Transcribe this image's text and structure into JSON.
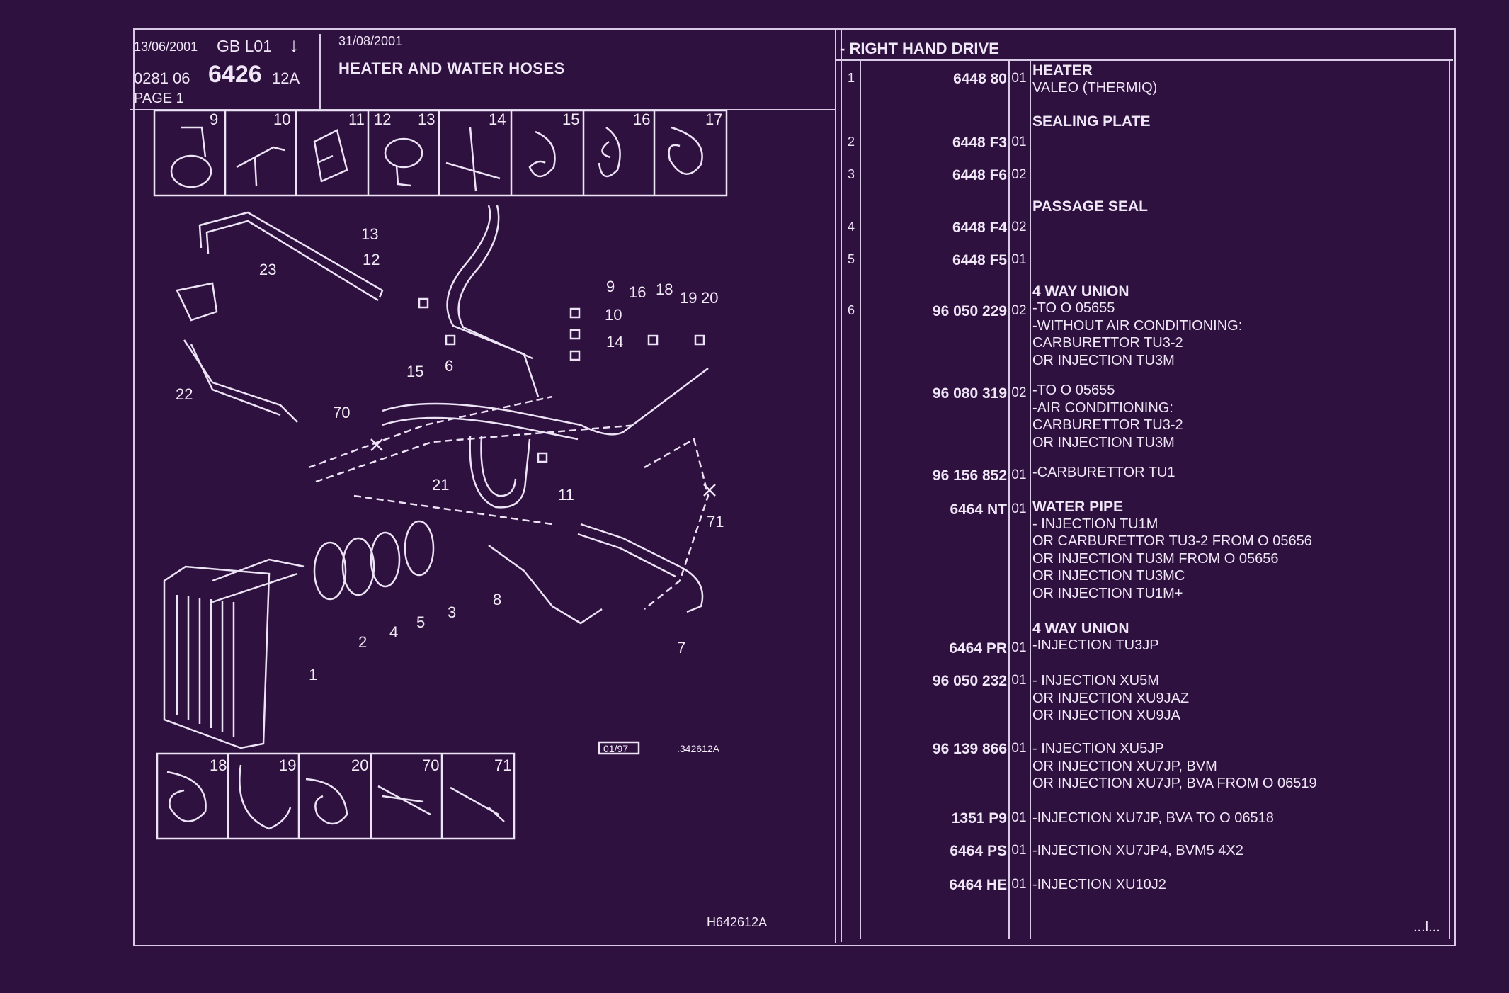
{
  "header": {
    "date1": "13/06/2001",
    "lang_code": "GB  L01",
    "arrow": "↓",
    "codes": "0281  06",
    "plate": "6426",
    "plate_suffix": "12A",
    "page": "PAGE  1",
    "date2": "31/08/2001",
    "title": "HEATER AND WATER HOSES",
    "drive": "- RIGHT HAND DRIVE"
  },
  "diagram": {
    "top_clip_numbers": [
      "9",
      "10",
      "11",
      "12",
      "13",
      "14",
      "15",
      "16",
      "17"
    ],
    "bottom_clip_numbers": [
      "18",
      "19",
      "20",
      "70",
      "71"
    ],
    "callouts": [
      "13",
      "12",
      "23",
      "9",
      "16",
      "18",
      "19",
      "20",
      "10",
      "14",
      "15",
      "6",
      "22",
      "70",
      "21",
      "11",
      "71",
      "8",
      "2",
      "4",
      "5",
      "3",
      "1",
      "7"
    ],
    "ref_box": "01/97",
    "ref_code": ".342612A",
    "footer_code": "H642612A"
  },
  "parts": [
    {
      "num": "1",
      "ref": "6448 80",
      "var": "01",
      "desc": [
        "HEATER",
        "VALEO (THERMIQ)"
      ],
      "head": true
    },
    {
      "num": "",
      "ref": "",
      "var": "",
      "desc": [
        "SEALING PLATE"
      ],
      "head": true
    },
    {
      "num": "2",
      "ref": "6448 F3",
      "var": "01",
      "desc": [],
      "head": false
    },
    {
      "num": "3",
      "ref": "6448 F6",
      "var": "02",
      "desc": [],
      "head": false
    },
    {
      "num": "",
      "ref": "",
      "var": "",
      "desc": [
        "PASSAGE SEAL"
      ],
      "head": true
    },
    {
      "num": "4",
      "ref": "6448 F4",
      "var": "02",
      "desc": [],
      "head": false
    },
    {
      "num": "5",
      "ref": "6448 F5",
      "var": "01",
      "desc": [],
      "head": false
    },
    {
      "num": "",
      "ref": "",
      "var": "",
      "desc": [
        "4 WAY UNION"
      ],
      "head": true
    },
    {
      "num": "6",
      "ref": "96 050 229",
      "var": "02",
      "desc": [
        "-TO  O  05655",
        "-WITHOUT AIR CONDITIONING:",
        "      CARBURETTOR TU3-2",
        "OR INJECTION TU3M"
      ],
      "head": false
    },
    {
      "num": "",
      "ref": "96 080 319",
      "var": "02",
      "desc": [
        "-TO  O  05655",
        "-AIR CONDITIONING:",
        "      CARBURETTOR TU3-2",
        "OR INJECTION TU3M"
      ],
      "head": false
    },
    {
      "num": "",
      "ref": "96 156 852",
      "var": "01",
      "desc": [
        "-CARBURETTOR TU1"
      ],
      "head": false
    },
    {
      "num": "",
      "ref": "6464 NT",
      "var": "01",
      "desc": [
        "WATER PIPE",
        "-      INJECTION TU1M",
        "OR CARBURETTOR TU3-2 FROM  O  05656",
        "OR INJECTION TU3M FROM  O  05656",
        "OR INJECTION TU3MC",
        "OR INJECTION TU1M+"
      ],
      "head": true
    },
    {
      "num": "",
      "ref": "",
      "var": "",
      "desc": [
        "4 WAY UNION"
      ],
      "head": true
    },
    {
      "num": "",
      "ref": "6464 PR",
      "var": "01",
      "desc": [
        "-INJECTION TU3JP"
      ],
      "head": false
    },
    {
      "num": "",
      "ref": "96 050 232",
      "var": "01",
      "desc": [
        "-      INJECTION XU5M",
        "OR INJECTION XU9JAZ",
        "OR INJECTION XU9JA"
      ],
      "head": false
    },
    {
      "num": "",
      "ref": "96 139 866",
      "var": "01",
      "desc": [
        "-      INJECTION XU5JP",
        "OR INJECTION XU7JP, BVM",
        "OR INJECTION XU7JP, BVA FROM  O  06519"
      ],
      "head": false
    },
    {
      "num": "",
      "ref": "1351 P9",
      "var": "01",
      "desc": [
        "-INJECTION XU7JP, BVA TO  O  06518"
      ],
      "head": false
    },
    {
      "num": "",
      "ref": "6464 PS",
      "var": "01",
      "desc": [
        "-INJECTION XU7JP4, BVM5 4X2"
      ],
      "head": false
    },
    {
      "num": "",
      "ref": "6464 HE",
      "var": "01",
      "desc": [
        "-INJECTION XU10J2"
      ],
      "head": false
    }
  ],
  "continued": "...l..."
}
